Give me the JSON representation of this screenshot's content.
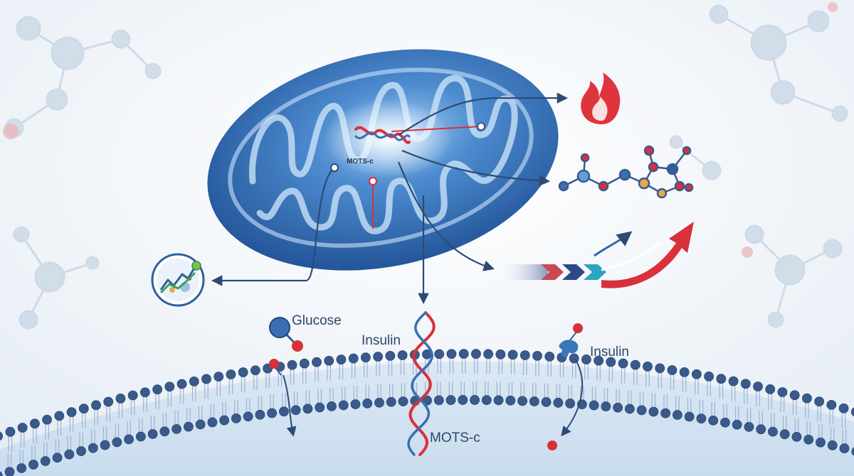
{
  "labels": {
    "mots_c_small": "MOTS-c",
    "glucose": "Glucose",
    "insulin_left": "Insulin",
    "insulin_right": "Insulin",
    "mots_c_large": "MOTS-c"
  },
  "icons": [
    "flame-icon",
    "molecule-chain-icon",
    "growth-arrow-icon",
    "metabolic-chart-badge-icon"
  ],
  "colors": {
    "mitochondrion": "#2f6bb3",
    "membrane_head": "#3a5a8c",
    "accent_red": "#d9303a",
    "arrow": "#2c4a74"
  }
}
